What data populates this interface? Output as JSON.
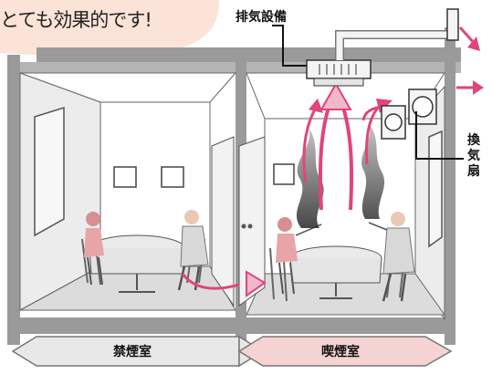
{
  "caption": "とても効果的です!",
  "labels": {
    "exhaust_equipment": "排気設備",
    "ventilation_fan": "換気扇"
  },
  "rooms": {
    "non_smoking": "禁煙室",
    "smoking": "喫煙室"
  },
  "colors": {
    "caption_blob": "#fbe3d8",
    "nonsmoking_bar": "#e8e8e8",
    "smoking_bar": "#f6d3d3",
    "airflow": "#e0457b",
    "smoke": "#555555",
    "structure": "#8a8a8a"
  }
}
